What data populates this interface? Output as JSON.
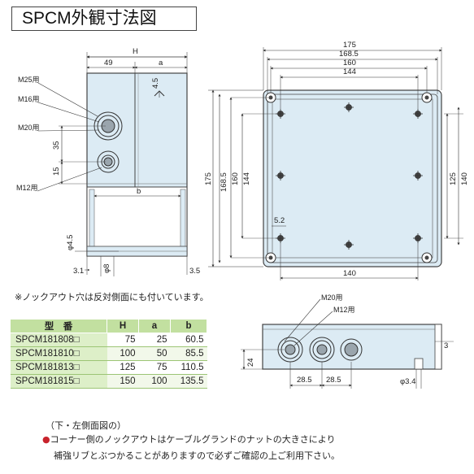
{
  "title": "SPCM外観寸法図",
  "side_view": {
    "labels": {
      "h": "H",
      "d49": "49",
      "a": "a",
      "d4_5": "4.5",
      "m25": "M25用",
      "m16": "M16用",
      "m20": "M20用",
      "m12": "M12用",
      "d35": "35",
      "d15": "15",
      "b": "b",
      "phi4_5": "φ4.5",
      "phi8": "φ8",
      "d3_1": "3.1",
      "d3_5": "3.5"
    }
  },
  "front_view": {
    "labels": {
      "w175": "175",
      "w168_5": "168.5",
      "w160": "160",
      "w144": "144",
      "h175": "175",
      "h168_5": "168.5",
      "h160": "160",
      "h144": "144",
      "r125": "125",
      "r140": "140",
      "d5_2": "5.2",
      "b140": "140"
    }
  },
  "knockout_note": "※ノックアウト穴は反対側面にも付いています。",
  "table": {
    "headers": [
      "型　番",
      "H",
      "a",
      "b"
    ],
    "rows": [
      [
        "SPCM181808□",
        "75",
        "25",
        "60.5"
      ],
      [
        "SPCM181810□",
        "100",
        "50",
        "85.5"
      ],
      [
        "SPCM181813□",
        "125",
        "75",
        "110.5"
      ],
      [
        "SPCM181815□",
        "150",
        "100",
        "135.5"
      ]
    ]
  },
  "bottom_view": {
    "labels": {
      "m20": "M20用",
      "m12": "M12用",
      "d24": "24",
      "d3": "3",
      "d28_5a": "28.5",
      "d28_5b": "28.5",
      "phi3_4": "φ3.4"
    }
  },
  "footer": {
    "line1": "（下・左側面図の）",
    "bullet": "●",
    "line2": "コーナー側のノックアウトはケーブルグランドのナットの大きさにより",
    "line3": "補強リブとぶつかることがありますので必ずご確認の上ご利用下さい。"
  },
  "colors": {
    "box_fill": "#dcebf4",
    "line": "#333333",
    "table_header": "#c2e0a0",
    "table_model": "#ddefc8",
    "bullet": "#c8232c"
  }
}
